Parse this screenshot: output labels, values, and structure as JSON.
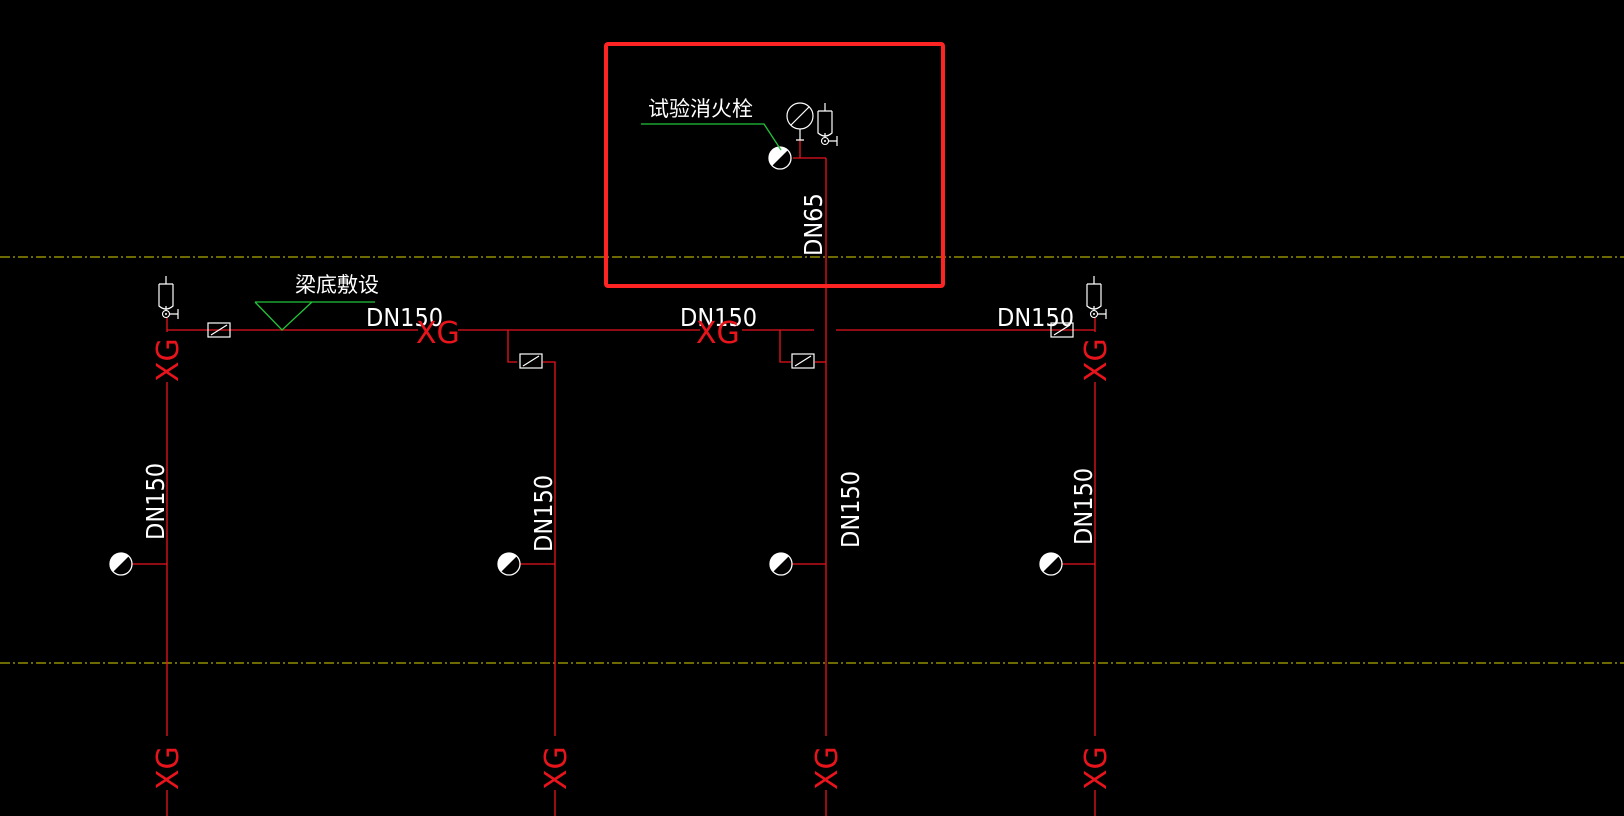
{
  "labels": {
    "test_hydrant": "试验消火栓",
    "beam_bottom": "梁底敷设",
    "dn150": "DN150",
    "dn65": "DN65",
    "xg": "XG"
  },
  "colors": {
    "background": "#000000",
    "pipe": "#e8141c",
    "symbol": "#ffffff",
    "leader": "#22c43a",
    "axis_line": "#d8d400",
    "highlight_box": "#ff2424"
  }
}
